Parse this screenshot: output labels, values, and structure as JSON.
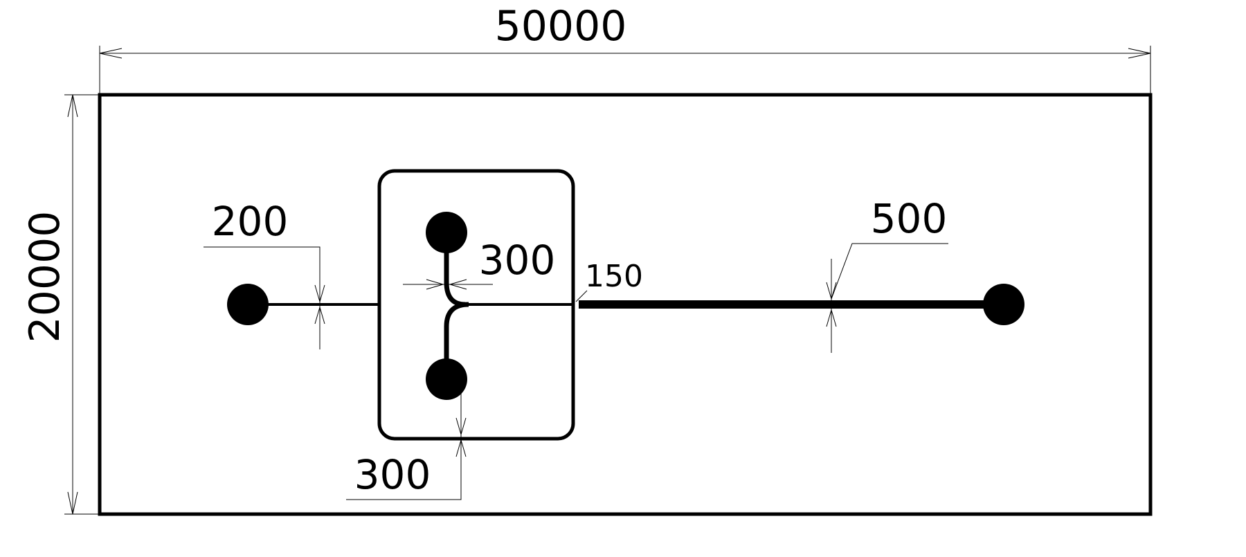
{
  "dimensions": {
    "overall_width": "50000",
    "overall_height": "20000",
    "left_trace_width": "200",
    "branch_trace_width": "300",
    "bottom_clearance": "300",
    "neck_width": "150",
    "right_trace_width": "500"
  },
  "colors": {
    "ink": "#000000",
    "background": "#ffffff"
  }
}
